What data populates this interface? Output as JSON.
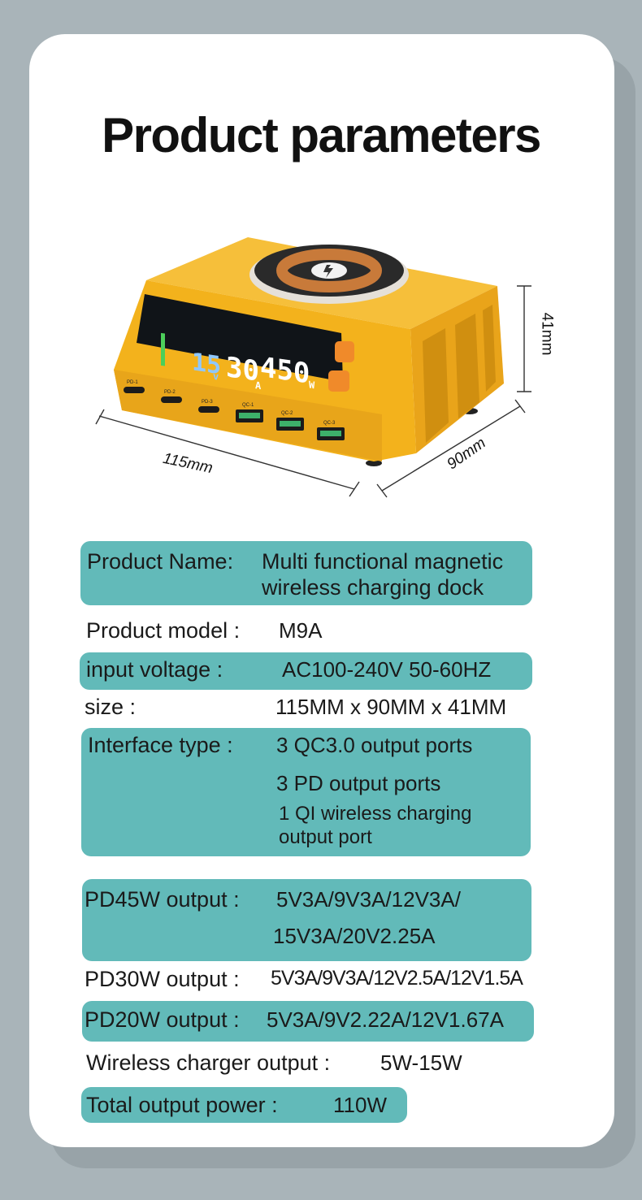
{
  "title": "Product parameters",
  "dimensions": {
    "length": "115mm",
    "width": "90mm",
    "height": "41mm"
  },
  "device": {
    "display": {
      "digits_left": "15",
      "unit_v": "v",
      "digits_mid": "30",
      "unit_a": "A",
      "digits_right": "450",
      "unit_w": "W"
    },
    "ports": [
      "PD-1",
      "PD-2",
      "PD-3",
      "QC-1",
      "QC-2",
      "QC-3"
    ],
    "colors": {
      "body": "#f3b21c",
      "body_dark": "#d99812",
      "screen": "#101418",
      "accent_orange": "#f08a2a"
    }
  },
  "specs": {
    "product_name": {
      "label": "Product Name:",
      "value_line1": "Multi functional magnetic",
      "value_line2": "wireless charging dock"
    },
    "product_model": {
      "label": "Product model :",
      "value": "M9A"
    },
    "input_voltage": {
      "label": "input voltage :",
      "value": "AC100-240V 50-60HZ"
    },
    "size": {
      "label": "size :",
      "value": "115MM x 90MM x 41MM"
    },
    "interface_type": {
      "label": "Interface type :",
      "line1": "3 QC3.0 output ports",
      "line2": "3 PD output ports",
      "line3": "1 QI wireless charging",
      "line4": "output port"
    },
    "pd45w": {
      "label": "PD45W output :",
      "line1": "5V3A/9V3A/12V3A/",
      "line2": "15V3A/20V2.25A"
    },
    "pd30w": {
      "label": "PD30W output :",
      "value": "5V3A/9V3A/12V2.5A/12V1.5A"
    },
    "pd20w": {
      "label": "PD20W output :",
      "value": "5V3A/9V2.22A/12V1.67A"
    },
    "wireless": {
      "label": "Wireless charger output :",
      "value": "5W-15W"
    },
    "total": {
      "label": "Total output power :",
      "value": "110W"
    }
  },
  "colors": {
    "band": "#62bab9",
    "background": "#a9b4b9",
    "card": "#ffffff"
  }
}
